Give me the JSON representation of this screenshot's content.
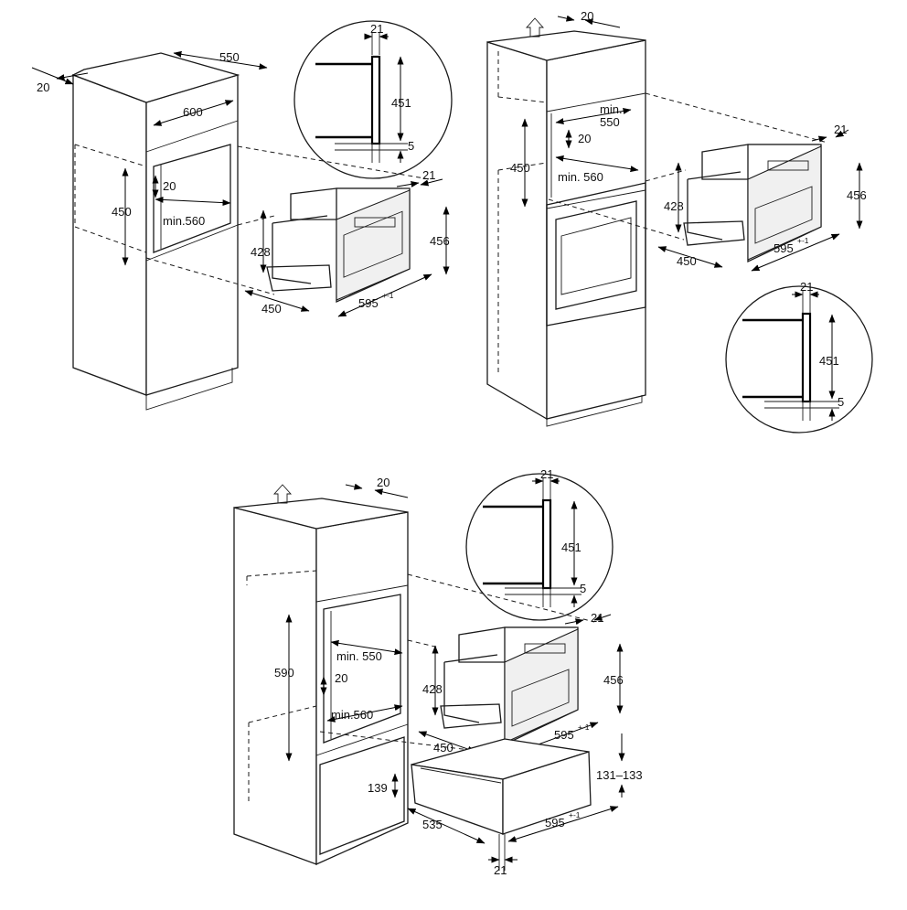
{
  "diagram": {
    "top_left": {
      "d_20": "20",
      "d_550": "550",
      "d_600": "600",
      "d_450": "450",
      "d_20_inner": "20",
      "d_min560": "min.560",
      "appliance": {
        "d_428": "428",
        "d_456": "456",
        "d_21": "21",
        "d_450": "450",
        "d_595": "595",
        "d_595_tol": "+-1"
      },
      "detail": {
        "d_21": "21",
        "d_451": "451",
        "d_5": "5"
      }
    },
    "top_right": {
      "d_20": "20",
      "d_min550_a": "min.",
      "d_min550_b": "550",
      "d_20_inner": "20",
      "d_450": "450",
      "d_min560": "min. 560",
      "appliance": {
        "d_21": "21",
        "d_428": "428",
        "d_456": "456",
        "d_450": "450",
        "d_595": "595",
        "d_595_tol": "+-1"
      },
      "detail": {
        "d_21": "21",
        "d_451": "451",
        "d_5": "5"
      }
    },
    "bottom": {
      "d_20": "20",
      "d_590": "590",
      "d_min550": "min. 550",
      "d_20_inner": "20",
      "d_min560": "min.560",
      "detail": {
        "d_21": "21",
        "d_451": "451",
        "d_5": "5"
      },
      "appliance": {
        "d_21": "21",
        "d_428": "428",
        "d_456": "456",
        "d_450": "450",
        "d_595": "595",
        "d_595_tol": "+-1"
      },
      "drawer": {
        "d_139": "139",
        "d_131_133": "131–133",
        "d_535": "535",
        "d_595": "595",
        "d_595_tol": "+-1",
        "d_21": "21"
      }
    },
    "icons": [
      "arrow-up-icon",
      "arrow-up-icon"
    ]
  }
}
